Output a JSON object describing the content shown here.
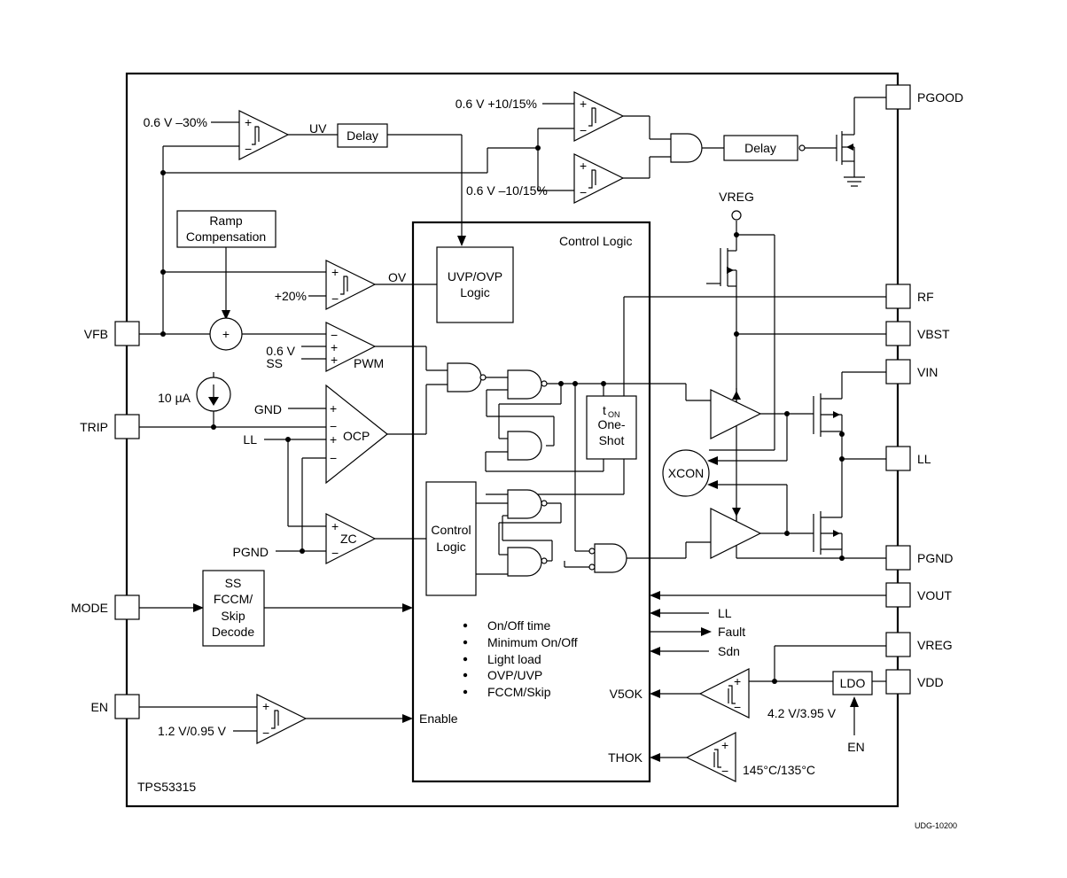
{
  "pins_left": {
    "vfb": "VFB",
    "trip": "TRIP",
    "mode": "MODE",
    "en": "EN"
  },
  "pins_right": {
    "pgood": "PGOOD",
    "rf": "RF",
    "vbst": "VBST",
    "vin": "VIN",
    "ll": "LL",
    "pgnd": "PGND",
    "vout": "VOUT",
    "vreg": "VREG",
    "vdd": "VDD"
  },
  "labels": {
    "uv_threshold": "0.6 V –30%",
    "uv": "UV",
    "delay": "Delay",
    "pg_high": "0.6 V +10/15%",
    "pg_low": "0.6 V –10/15%",
    "pg_delay": "Delay",
    "vreg_top": "VREG",
    "ramp_line1": "Ramp",
    "ramp_line2": "Compensation",
    "uvp_ovp_line1": "UVP/OVP",
    "uvp_ovp_line2": "Logic",
    "control_logic_title": "Control Logic",
    "ov": "OV",
    "plus20": "+20%",
    "plus": "+",
    "vref": "0.6 V",
    "ss": "SS",
    "pwm": "PWM",
    "current_source": "10 µA",
    "gnd": "GND",
    "ll_in": "LL",
    "ocp": "OCP",
    "pgnd_in": "PGND",
    "zc": "ZC",
    "ton_t": "t",
    "ton_sub": "ON",
    "one_shot_1": "One-",
    "one_shot_2": "Shot",
    "xcon": "XCON",
    "inner_control_1": "Control",
    "inner_control_2": "Logic",
    "decode_1": "SS",
    "decode_2": "FCCM/",
    "decode_3": "Skip",
    "decode_4": "Decode",
    "ll_arrow": "LL",
    "fault": "Fault",
    "sdn": "Sdn",
    "ldo": "LDO",
    "v5ok": "V5OK",
    "v5ok_threshold": "4.2 V/3.95 V",
    "en_bottom": "EN",
    "enable": "Enable",
    "en_threshold": "1.2 V/0.95 V",
    "thok": "THOK",
    "thok_threshold": "145°C/135°C",
    "part_number": "TPS53315",
    "figure_id": "UDG-10200"
  },
  "control_features": [
    "On/Off time",
    "Minimum On/Off",
    "Light load",
    "OVP/UVP",
    "FCCM/Skip"
  ]
}
